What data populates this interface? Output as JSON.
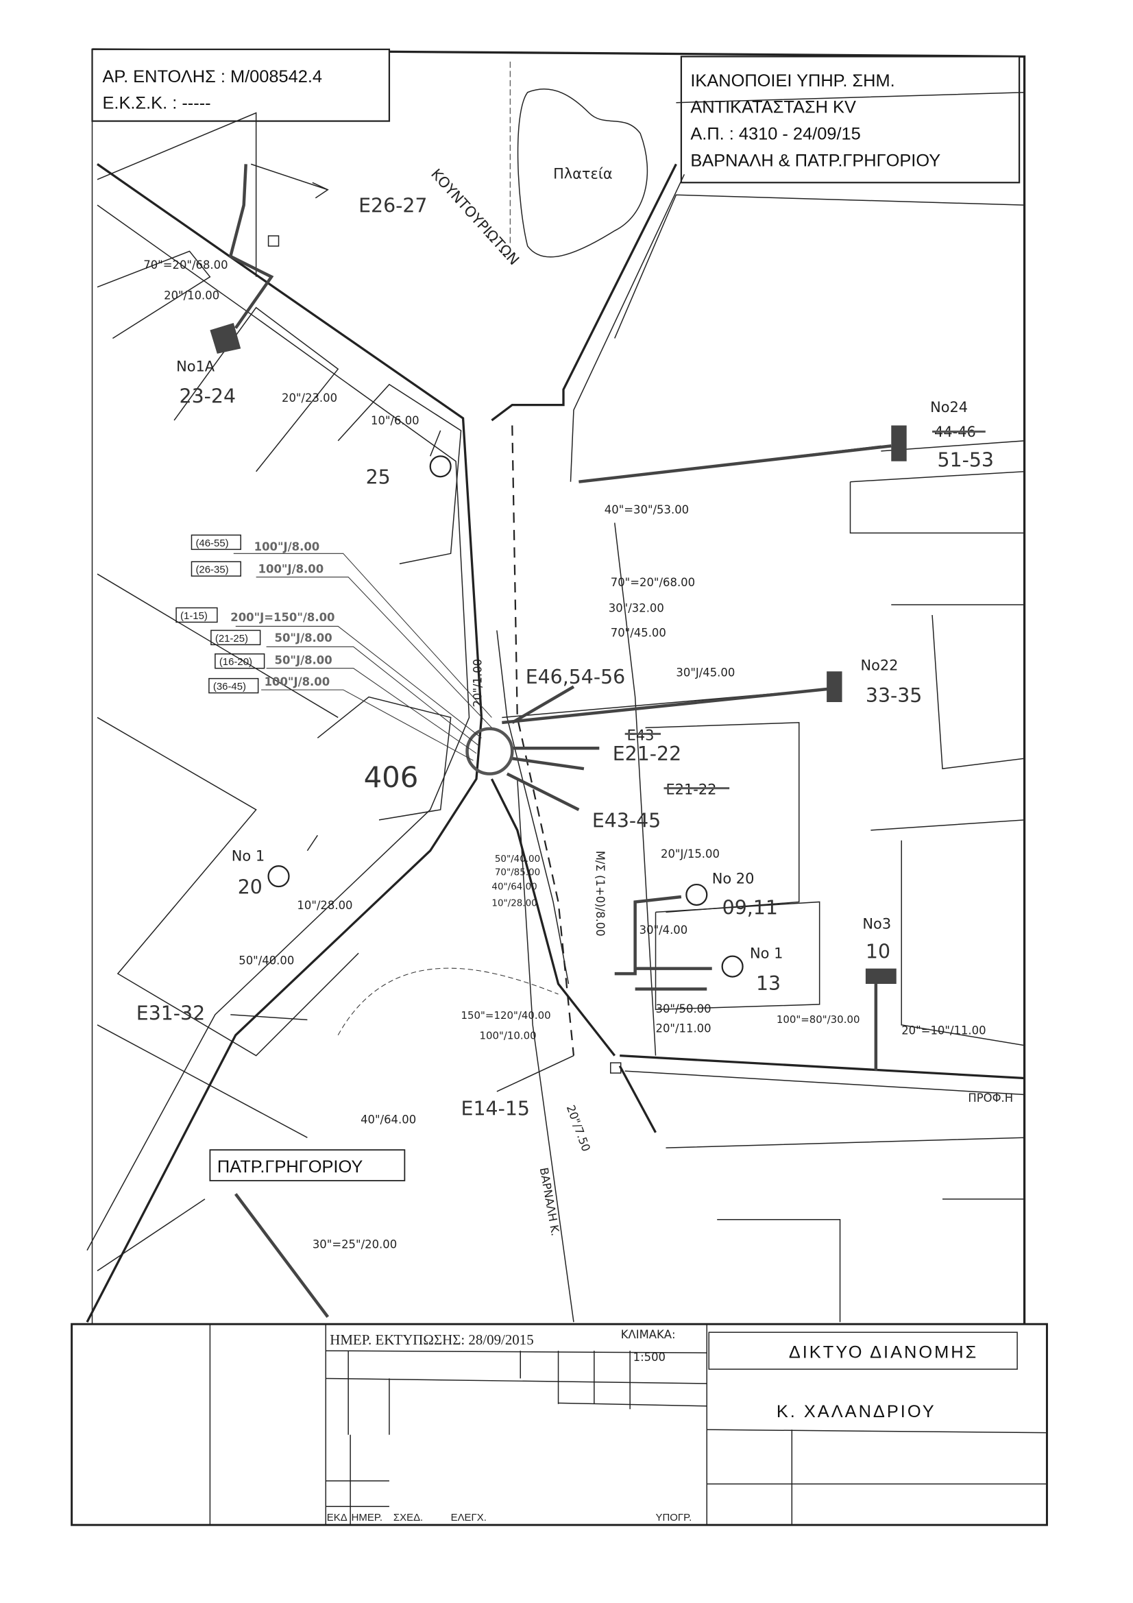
{
  "header_left": {
    "order_no": "ΑΡ. ΕΝΤΟΛΗΣ : Μ/008542.4",
    "eksk": "Ε.Κ.Σ.Κ. : -----"
  },
  "header_right": {
    "line1": "ΙΚΑΝΟΠΟΙΕΙ ΥΠΗΡ. ΣΗΜ.",
    "line2": "ΑΝΤΙΚΑΤΑΣΤΑΣΗ KV",
    "line3": "Α.Π. : 4310 - 24/09/15",
    "line4": "ΒΑΡΝΑΛΗ & ΠΑΤΡ.ΓΡΗΓΟΡΙΟΥ"
  },
  "streets": {
    "square": "Πλατεία",
    "kountouriotou": "ΚΟΥΝΤΟΥΡΙΩΤΩΝ",
    "patr_grigoriou": "ΠΑΤΡ.ΓΡΗΓΟΡΙΟΥ",
    "varnali": "ΒΑΡΝΑΛΗ Κ.",
    "prof": "ΠΡΟΦ.Η"
  },
  "block": "406",
  "markers": {
    "e26_27": "E26-27",
    "e46": "E46,54-56",
    "e43_old": "E43",
    "e21_22": "E21-22",
    "e21_22_old": "E21-22",
    "e43_45": "E43-45",
    "e31_32": "E31-32",
    "e14_15": "E14-15"
  },
  "buildings": {
    "no1a": "No1A",
    "no1a_addr": "23-24",
    "b25": "25",
    "no24": "No24",
    "no24_old": "44-46",
    "no24_addr": "51-53",
    "no22": "No22",
    "no22_addr": "33-35",
    "no1_left": "No 1",
    "no1_left_addr": "20",
    "no20": "No 20",
    "no20_addr": "09,11",
    "no1_right": "No 1",
    "no1_right_addr": "13",
    "no3": "No3",
    "no3_addr": "10"
  },
  "pipes": {
    "p1": "70\"=20\"/68.00",
    "p2": "20\"/10.00",
    "p3": "20\"/23.00",
    "p4": "10\"/6.00",
    "p5": "40\"=30\"/53.00",
    "p6": "70\"=20\"/68.00",
    "p7": "30\"/32.00",
    "p8": "70\"/45.00",
    "p9": "30\"J/45.00",
    "p10": "20\"/1.00",
    "p11": "50\"/40.00",
    "p12": "70\"/85.00",
    "p13": "40\"/64.00",
    "p14": "10\"/28.00",
    "p15": "10\"/28.00",
    "p16": "50\"/40.00",
    "p17": "M/Σ (1+0)/8.00",
    "p18": "20\"J/15.00",
    "p19": "30\"/4.00",
    "p20": "30\"/50.00",
    "p21": "20\"/11.00",
    "p22": "150\"=120\"/40.00",
    "p23": "100\"/10.00",
    "p24": "100\"=80\"/30.00",
    "p25": "20\"=10\"/11.00",
    "p26": "40\"/64.00",
    "p27": "20\"/7.50",
    "p28": "30\"=25\"/20.00"
  },
  "groups": [
    {
      "range": "(46-55)",
      "spec": "100\"J/8.00"
    },
    {
      "range": "(26-35)",
      "spec": "100\"J/8.00"
    },
    {
      "range": "(1-15)",
      "spec": "200\"J=150\"/8.00"
    },
    {
      "range": "(21-25)",
      "spec": "50\"J/8.00"
    },
    {
      "range": "(16-20)",
      "spec": "50\"J/8.00"
    },
    {
      "range": "(36-45)",
      "spec": "100\"J/8.00"
    }
  ],
  "title_block": {
    "print_date": "ΗΜΕΡ. ΕΚΤΥΠΩΣΗΣ: 28/09/2015",
    "scale_label": "ΚΛΙΜΑΚΑ:",
    "scale": "1:500",
    "title": "ΔΙΚΤΥΟ ΔΙΑΝΟΜΗΣ",
    "area": "Κ. ΧΑΛΑΝΔΡΙΟΥ",
    "col_ekd": "ΕΚΔ",
    "col_date": "ΗΜΕΡ.",
    "col_drawn": "ΣΧΕΔ.",
    "col_checked": "ΕΛΕΓΧ.",
    "col_sign": "ΥΠΟΓΡ."
  }
}
